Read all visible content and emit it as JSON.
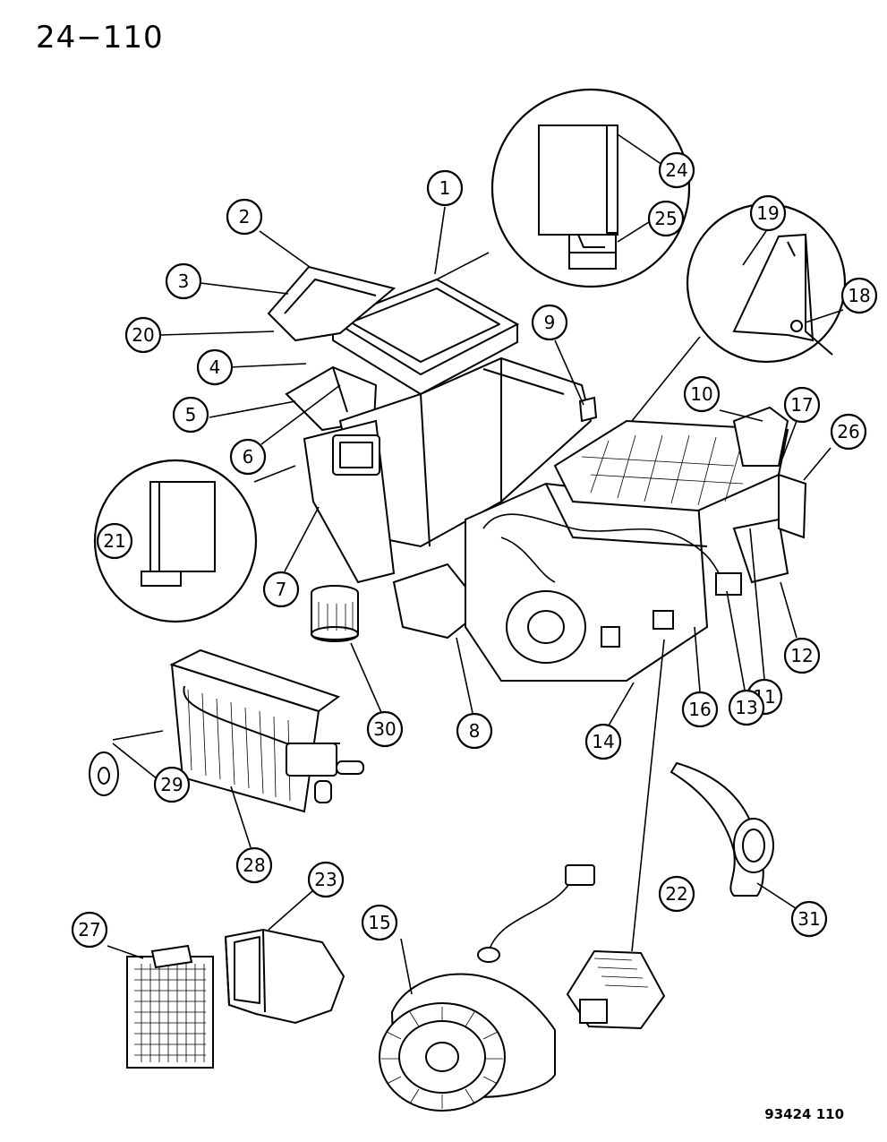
{
  "page": {
    "title": "24−110",
    "figure_code": "93424  110"
  },
  "callouts": [
    {
      "id": "c1",
      "label": "1"
    },
    {
      "id": "c2",
      "label": "2"
    },
    {
      "id": "c3",
      "label": "3"
    },
    {
      "id": "c4",
      "label": "4"
    },
    {
      "id": "c5",
      "label": "5"
    },
    {
      "id": "c6",
      "label": "6"
    },
    {
      "id": "c7",
      "label": "7"
    },
    {
      "id": "c8",
      "label": "8"
    },
    {
      "id": "c9",
      "label": "9"
    },
    {
      "id": "c10",
      "label": "10"
    },
    {
      "id": "c11",
      "label": "11"
    },
    {
      "id": "c12",
      "label": "12"
    },
    {
      "id": "c13",
      "label": "13"
    },
    {
      "id": "c14",
      "label": "14"
    },
    {
      "id": "c15",
      "label": "15"
    },
    {
      "id": "c16",
      "label": "16"
    },
    {
      "id": "c17",
      "label": "17"
    },
    {
      "id": "c18",
      "label": "18"
    },
    {
      "id": "c19",
      "label": "19"
    },
    {
      "id": "c20",
      "label": "20"
    },
    {
      "id": "c21",
      "label": "21"
    },
    {
      "id": "c22",
      "label": "22"
    },
    {
      "id": "c23",
      "label": "23"
    },
    {
      "id": "c24",
      "label": "24"
    },
    {
      "id": "c25",
      "label": "25"
    },
    {
      "id": "c26",
      "label": "26"
    },
    {
      "id": "c27",
      "label": "27"
    },
    {
      "id": "c28",
      "label": "28"
    },
    {
      "id": "c29",
      "label": "29"
    },
    {
      "id": "c30",
      "label": "30"
    },
    {
      "id": "c31",
      "label": "31"
    }
  ]
}
